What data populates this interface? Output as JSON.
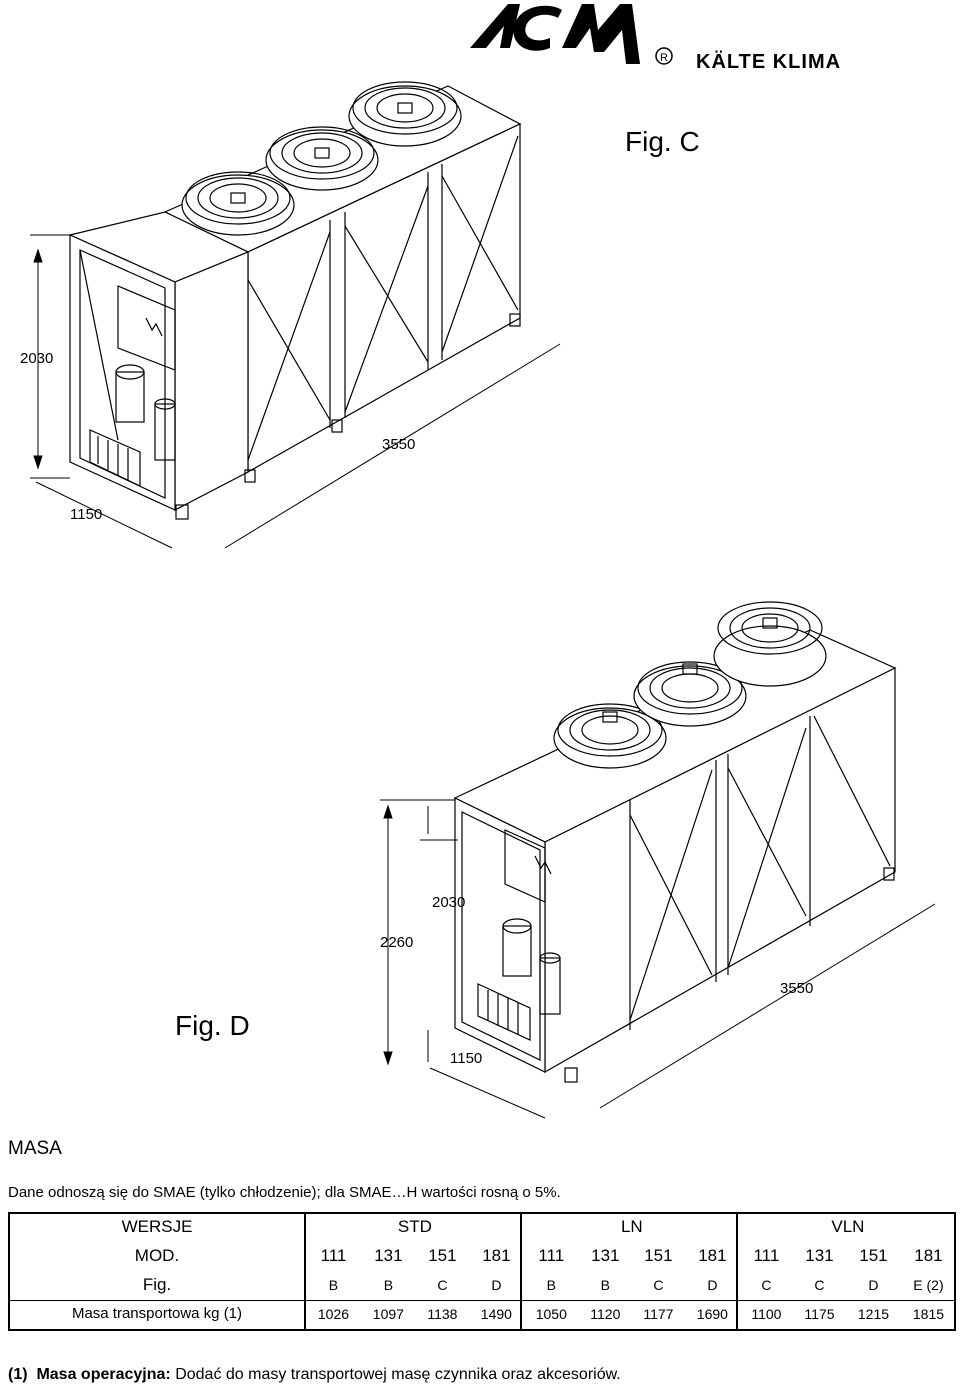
{
  "brand": {
    "logo_text": "ACM",
    "registered_mark": "R",
    "name": "KÄLTE KLIMA"
  },
  "figures": {
    "c": {
      "label": "Fig. C",
      "dim_height": "2030",
      "dim_length": "3550",
      "dim_width": "1150"
    },
    "d": {
      "label": "Fig. D",
      "dim_height_total": "2260",
      "dim_height": "2030",
      "dim_length": "3550",
      "dim_width": "1150"
    }
  },
  "masa": {
    "heading": "MASA",
    "intro": "Dane odnoszą się do SMAE (tylko chłodzenie); dla SMAE…H wartości rosną o 5%.",
    "table": {
      "versions_label": "WERSJE",
      "versions": [
        "STD",
        "LN",
        "VLN"
      ],
      "mod_label": "MOD.",
      "mod": [
        "111",
        "131",
        "151",
        "181",
        "111",
        "131",
        "151",
        "181",
        "111",
        "131",
        "151",
        "181"
      ],
      "fig_label": "Fig.",
      "fig": [
        "B",
        "B",
        "C",
        "D",
        "B",
        "B",
        "C",
        "D",
        "C",
        "C",
        "D",
        "E (2)"
      ],
      "mass_label": "Masa transportowa kg (1)",
      "mass": [
        "1026",
        "1097",
        "1138",
        "1490",
        "1050",
        "1120",
        "1177",
        "1690",
        "1100",
        "1175",
        "1215",
        "1815"
      ]
    },
    "footnote": {
      "marker": "(1)",
      "title": "Masa operacyjna:",
      "text": "Dodać do masy transportowej masę czynnika oraz akcesoriów."
    }
  }
}
